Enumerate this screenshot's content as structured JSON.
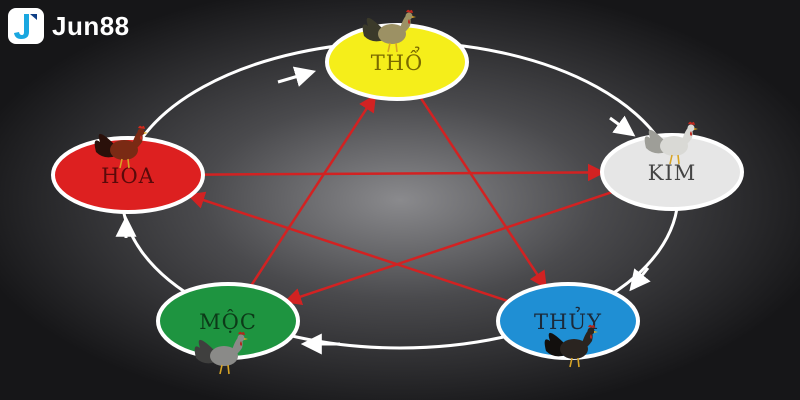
{
  "brand": {
    "name": "Jun88",
    "accent": "#1aa7e0"
  },
  "diagram": {
    "nodes": [
      {
        "id": "tho",
        "label": "THỔ",
        "fill": "#f5ee1a",
        "text_color": "#7a6a00",
        "rooster": "tan"
      },
      {
        "id": "kim",
        "label": "KIM",
        "fill": "#e6e6e6",
        "text_color": "#444444",
        "rooster": "white"
      },
      {
        "id": "thuy",
        "label": "THỦY",
        "fill": "#1f8fd4",
        "text_color": "#1b2a3a",
        "rooster": "black"
      },
      {
        "id": "moc",
        "label": "MỘC",
        "fill": "#1e9440",
        "text_color": "#0c3a18",
        "rooster": "gray"
      },
      {
        "id": "hoa",
        "label": "HOA",
        "fill": "#dd2020",
        "text_color": "#5a0a0a",
        "rooster": "red"
      }
    ],
    "generating_cycle": [
      [
        "tho",
        "kim"
      ],
      [
        "kim",
        "thuy"
      ],
      [
        "thuy",
        "moc"
      ],
      [
        "moc",
        "hoa"
      ],
      [
        "hoa",
        "tho"
      ]
    ],
    "overcoming_cycle": [
      [
        "tho",
        "thuy"
      ],
      [
        "thuy",
        "hoa"
      ],
      [
        "hoa",
        "kim"
      ],
      [
        "kim",
        "moc"
      ],
      [
        "moc",
        "tho"
      ]
    ],
    "colors": {
      "cycle_ring": "#ffffff",
      "star_lines": "#d22222",
      "background": "#1c1c1e"
    }
  }
}
